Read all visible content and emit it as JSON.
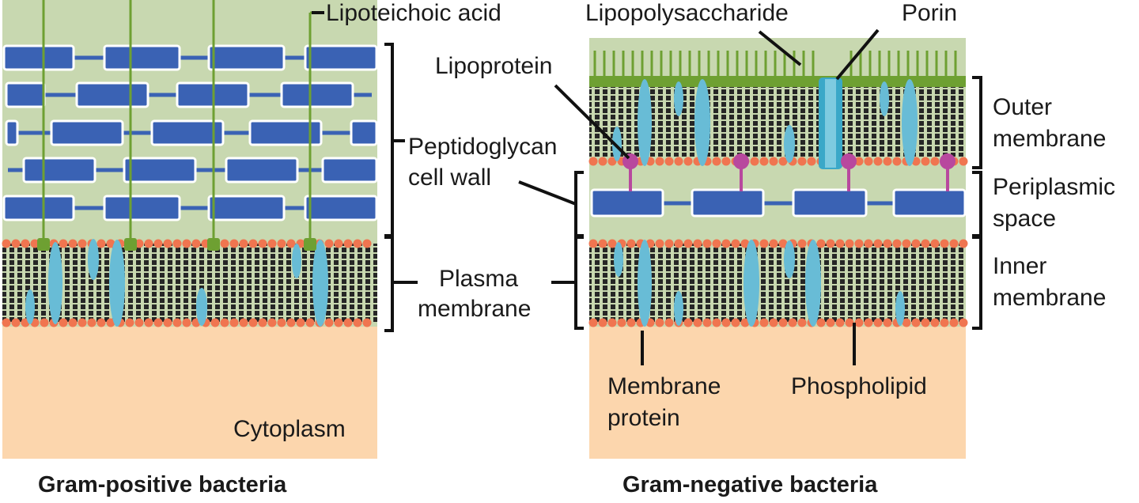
{
  "labels": {
    "lipoteichoic_acid": "Lipoteichoic acid",
    "lipopolysaccharide": "Lipopolysaccharide",
    "porin": "Porin",
    "lipoprotein": "Lipoprotein",
    "peptidoglycan_line1": "Peptidoglycan",
    "peptidoglycan_line2": "cell wall",
    "outer_membrane_line1": "Outer",
    "outer_membrane_line2": "membrane",
    "periplasmic_line1": "Periplasmic",
    "periplasmic_line2": "space",
    "plasma_membrane_line1": "Plasma",
    "plasma_membrane_line2": "membrane",
    "inner_membrane_line1": "Inner",
    "inner_membrane_line2": "membrane",
    "membrane_protein_line1": "Membrane",
    "membrane_protein_line2": "protein",
    "phospholipid": "Phospholipid",
    "cytoplasm": "Cytoplasm"
  },
  "captions": {
    "gram_positive": "Gram-positive bacteria",
    "gram_negative": "Gram-negative bacteria"
  },
  "colors": {
    "wall_green": "#c8d8b0",
    "cytoplasm": "#fcd6ad",
    "peptidoglycan": "#3a62b4",
    "lipid_head": "#f07550",
    "lipid_tail": "#222222",
    "membrane_protein": "#68bcd6",
    "teichoic": "#6ea032",
    "lipoprotein": "#b8489e",
    "porin": "#3aa8c8"
  }
}
